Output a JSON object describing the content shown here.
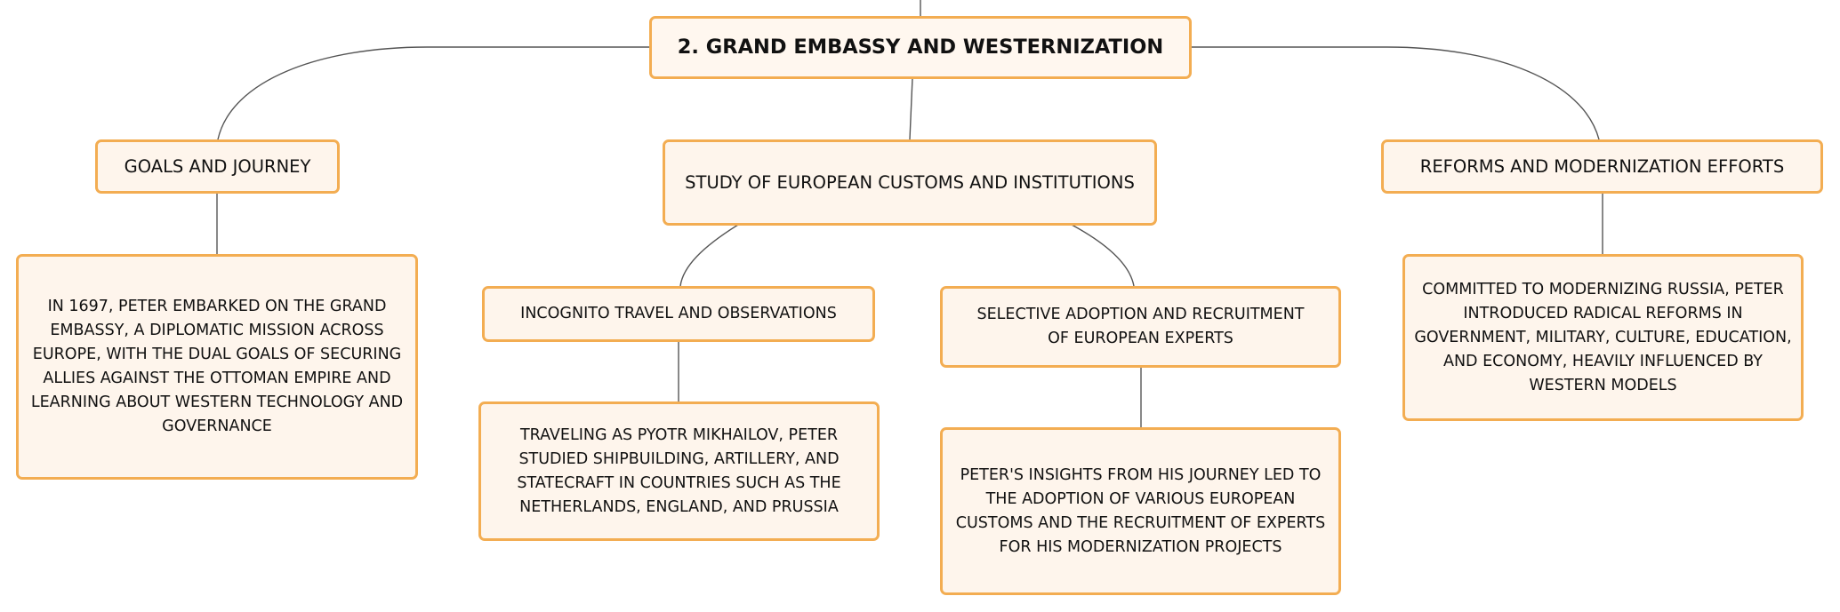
{
  "diagram": {
    "root": {
      "label": "2. GRAND EMBASSY AND WESTERNIZATION"
    },
    "branches": {
      "goals": {
        "label": "GOALS AND JOURNEY",
        "detail": "IN 1697, PETER EMBARKED ON THE GRAND EMBASSY, A DIPLOMATIC MISSION ACROSS EUROPE, WITH THE DUAL GOALS OF SECURING ALLIES AGAINST THE OTTOMAN EMPIRE AND LEARNING ABOUT WESTERN TECHNOLOGY AND GOVERNANCE"
      },
      "study": {
        "label": "STUDY OF EUROPEAN CUSTOMS AND INSTITUTIONS",
        "incognito": {
          "label": "INCOGNITO TRAVEL AND OBSERVATIONS",
          "detail": "TRAVELING AS PYOTR MIKHAILOV, PETER STUDIED SHIPBUILDING, ARTILLERY, AND STATECRAFT IN COUNTRIES SUCH AS THE NETHERLANDS, ENGLAND, AND PRUSSIA"
        },
        "adoption": {
          "label": "SELECTIVE ADOPTION AND RECRUITMENT OF EUROPEAN EXPERTS",
          "detail": "PETER'S INSIGHTS FROM HIS JOURNEY LED TO THE ADOPTION OF VARIOUS EUROPEAN CUSTOMS AND THE RECRUITMENT OF EXPERTS FOR HIS MODERNIZATION PROJECTS"
        }
      },
      "reforms": {
        "label": "REFORMS AND MODERNIZATION EFFORTS",
        "detail": "COMMITTED TO MODERNIZING RUSSIA, PETER INTRODUCED RADICAL REFORMS IN GOVERNMENT, MILITARY, CULTURE, EDUCATION, AND ECONOMY, HEAVILY INFLUENCED BY WESTERN MODELS"
      }
    },
    "colors": {
      "node_fill": "#fef5ec",
      "node_border": "#f3ad52",
      "connector": "#555555",
      "text": "#111111"
    }
  }
}
